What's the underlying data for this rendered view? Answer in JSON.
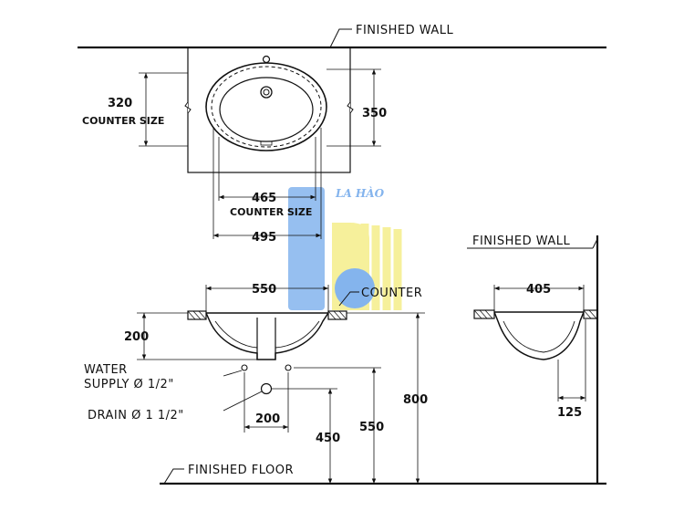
{
  "labels": {
    "finished_wall_top": "FINISHED  WALL",
    "finished_wall_side": "FINISHED  WALL",
    "counter_size_1": "COUNTER SIZE",
    "counter_size_2": "COUNTER SIZE",
    "counter": "COUNTER",
    "water_supply_1": "WATER",
    "water_supply_2": "SUPPLY Ø 1/2\"",
    "drain": "DRAIN  Ø 1 1/2\"",
    "finished_floor": "FINISHED  FLOOR"
  },
  "dimensions": {
    "counter_depth": "320",
    "basin_depth": "350",
    "inner_width": "465",
    "outer_width": "495",
    "top_width": "550",
    "bowl_height": "200",
    "supply_spacing": "200",
    "drain_height": "450",
    "supply_height": "550",
    "counter_height": "800",
    "side_width": "405",
    "side_offset": "125"
  },
  "watermark": {
    "text": "LA HÀO",
    "color_blue": "#5b9be8",
    "color_yellow": "#f4ec7a"
  }
}
